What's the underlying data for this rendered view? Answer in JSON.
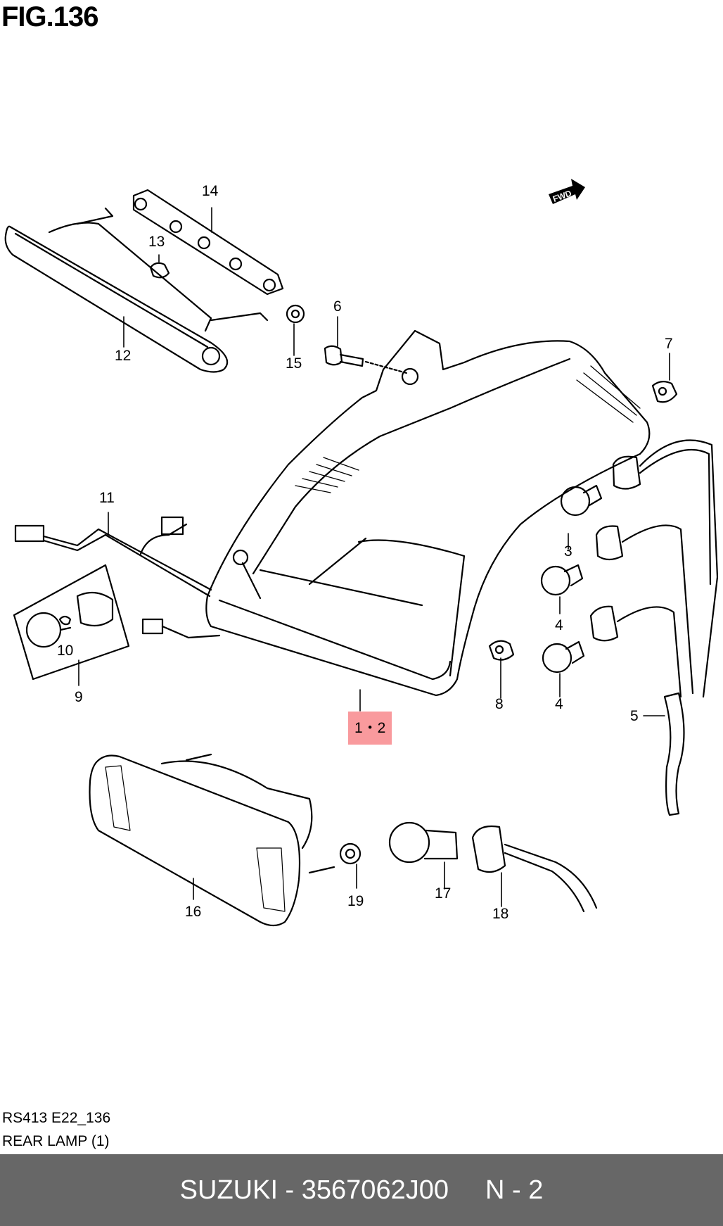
{
  "figure": {
    "title": "FIG.136"
  },
  "callouts": {
    "c14": "14",
    "c13": "13",
    "c12": "12",
    "c15": "15",
    "c6": "6",
    "c7": "7",
    "c11": "11",
    "c3": "3",
    "c4a": "4",
    "c4b": "4",
    "c10": "10",
    "c9": "9",
    "c8": "8",
    "c5": "5",
    "c12h": "1・2",
    "c16": "16",
    "c19": "19",
    "c17": "17",
    "c18": "18"
  },
  "badge": {
    "fwd": "FWD"
  },
  "footer_meta": {
    "model_code": "RS413 E22_136",
    "section_name": "REAR LAMP (1)"
  },
  "bottom_bar": {
    "part_ref": "SUZUKI - 3567062J00",
    "page": "N - 2"
  },
  "colors": {
    "highlight": "#f99a9d",
    "bar": "#676767"
  }
}
